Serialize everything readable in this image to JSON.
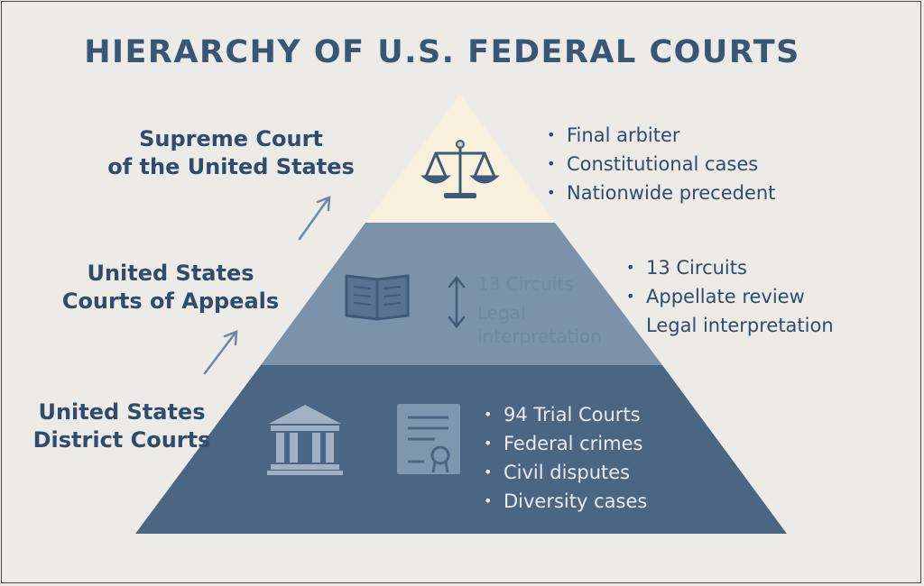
{
  "title": "HIERARCHY OF U.S. FEDERAL COURTS",
  "colors": {
    "background": "#ecebe7",
    "tier_top": "#f7f0dc",
    "tier_middle": "#7a93ab",
    "tier_bottom": "#4b6683",
    "text_dark": "#2f4c6c",
    "text_light": "#e6ecf2"
  },
  "tiers": [
    {
      "label_lines": [
        "Supreme Court",
        "of the United States"
      ],
      "icon": "scales-of-justice-icon",
      "bullets": [
        "Final arbiter",
        "Constitutional cases",
        "Nationwide precedent"
      ]
    },
    {
      "label_lines": [
        "United States",
        "Courts of Appeals"
      ],
      "icon": "open-book-icon",
      "inner_text_lines": [
        "13 Circuits",
        "Legal",
        "interpretation"
      ],
      "bullets": [
        "13 Circuits",
        "Appellate review",
        "Legal interpretation"
      ]
    },
    {
      "label_lines": [
        "United States",
        "District Courts"
      ],
      "icons": [
        "courthouse-icon",
        "certificate-document-icon"
      ],
      "bullets": [
        "94 Trial Courts",
        "Federal crimes",
        "Civil disputes",
        "Diversity cases"
      ]
    }
  ]
}
